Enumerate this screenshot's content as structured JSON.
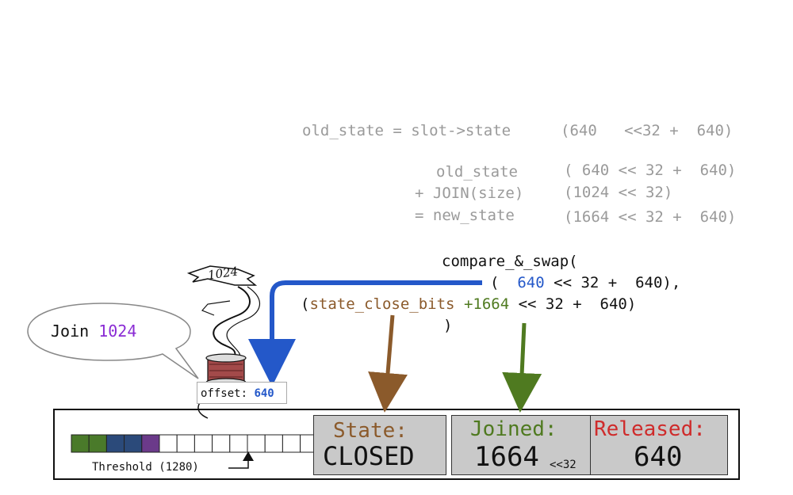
{
  "equations": {
    "line1": {
      "left": "old_state = slot->state",
      "right": "(640   <<32 +  640)"
    },
    "row1": {
      "left": "old_state",
      "right": "( 640 << 32 +  640)"
    },
    "row2": {
      "left": "+ JOIN(size)",
      "right": "(1024 << 32)"
    },
    "row3": {
      "left": "= new_state",
      "right": "(1664 << 32 +  640)"
    }
  },
  "cas": {
    "head": "compare_&_swap(",
    "l2_open": "(",
    "l2_val": "640",
    "l2_rest": "<< 32 +  640),",
    "l3_open": "(",
    "l3_bits": "state_close_bits",
    "l3_join": "+1664",
    "l3_rest": "<< 32 +  640)",
    "close": ")"
  },
  "bubble": {
    "text": "Join",
    "value": "1024"
  },
  "spool_label": "1024",
  "offset": {
    "label": "offset:",
    "value": "640"
  },
  "threshold_label": "Threshold (1280)",
  "cells": {
    "filled_colors": [
      "#4a7a2a",
      "#4a7a2a",
      "#2b4a7a",
      "#2b4a7a",
      "#6b3a8a"
    ],
    "total": 14
  },
  "state_box": {
    "label": "State:",
    "value": "CLOSED"
  },
  "joined_box": {
    "label": "Joined:",
    "value": "1664",
    "suffix": "<<32"
  },
  "released_box": {
    "label": "Released:",
    "value": "640"
  },
  "colors": {
    "blue": "#2458c9",
    "brown": "#8b5a2b",
    "green": "#4f7a20",
    "purple": "#8a2bd4",
    "red": "#cf2b2b"
  }
}
